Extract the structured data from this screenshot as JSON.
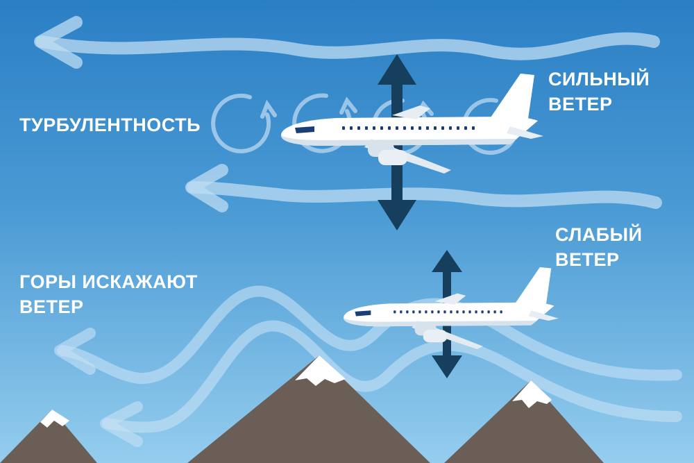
{
  "labels": {
    "turbulence": "ТУРБУЛЕНТНОСТЬ",
    "strong_wind_line1": "СИЛЬНЫЙ",
    "strong_wind_line2": "ВЕТЕР",
    "weak_wind_line1": "СЛАБЫЙ",
    "weak_wind_line2": "ВЕТЕР",
    "mountains_line1": "ГОРЫ ИСКАЖАЮТ",
    "mountains_line2": "ВЕТЕР"
  },
  "colors": {
    "sky_top": "#2a7fc4",
    "sky_bottom": "#8cc8ec",
    "wind_stream": "#cfe6f7",
    "vertical_arrow": "#163f5e",
    "mountain": "#6b5e57",
    "snow": "#ffffff",
    "plane_body": "#ffffff",
    "plane_shadow": "#d6e2ec",
    "plane_windows": "#1b3f73"
  },
  "icons": [
    "wind-arrow-icon",
    "turbulence-swirl-icon",
    "vertical-motion-arrow-icon",
    "airplane-icon",
    "mountain-icon"
  ]
}
